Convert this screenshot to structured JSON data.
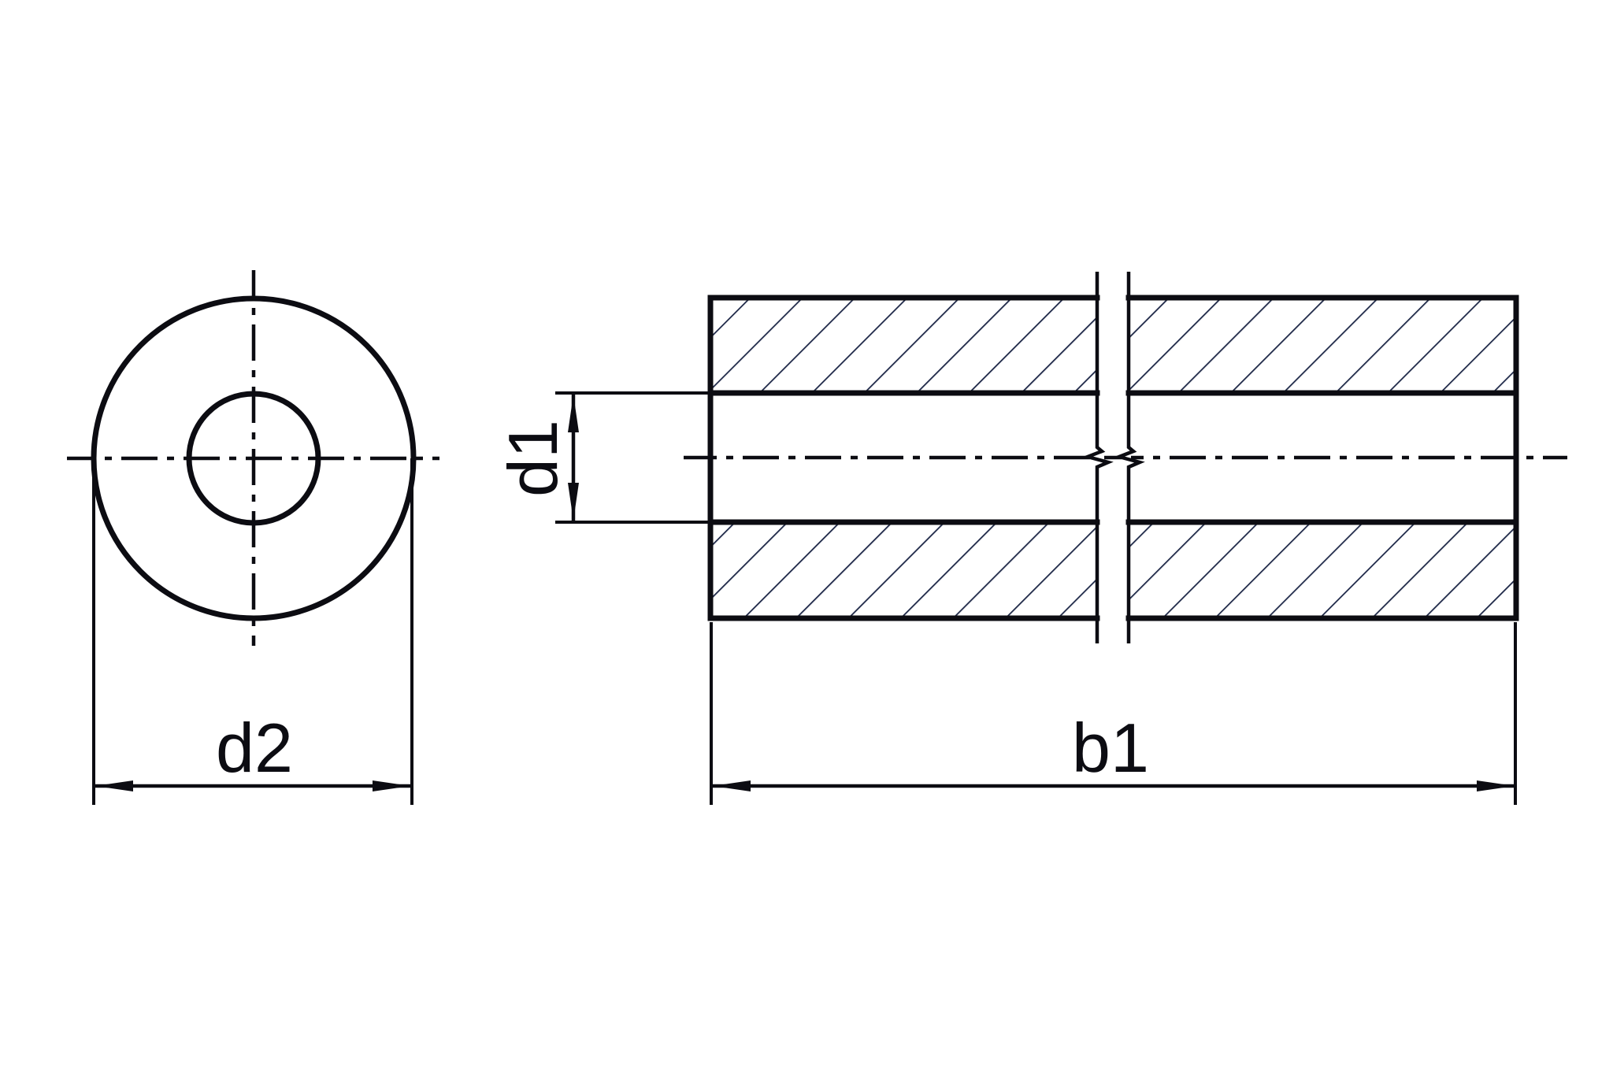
{
  "drawing": {
    "labels": {
      "bore_diameter": "d1",
      "outer_diameter": "d2",
      "length": "b1"
    }
  },
  "colors": {
    "line": "#0c0c12",
    "hatch": "#1d2747",
    "background": "#ffffff"
  }
}
